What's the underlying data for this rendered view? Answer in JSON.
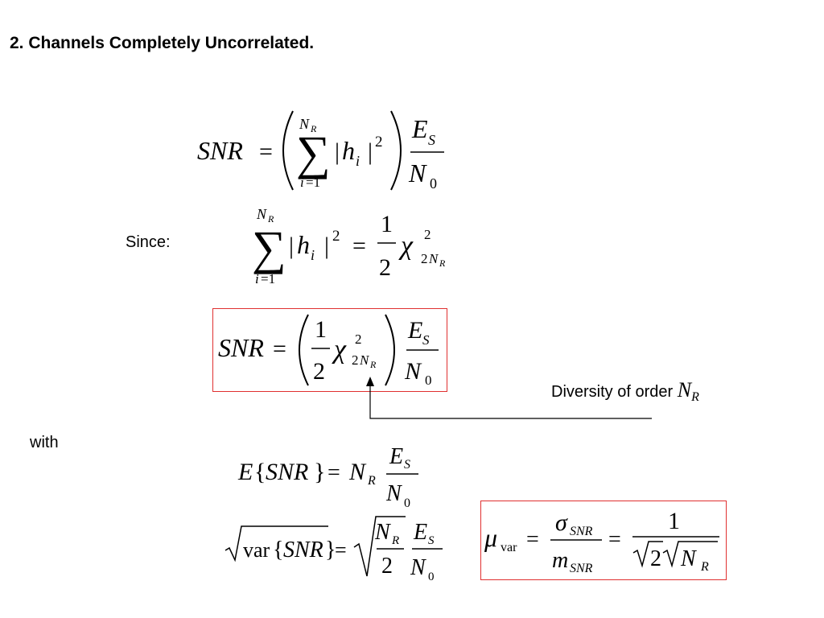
{
  "slide": {
    "title": "2. Channels Completely Uncorrelated.",
    "since_label": "Since:",
    "with_label": "with",
    "diversity_label": "Diversity of order",
    "diversity_symbol": "N",
    "diversity_subscript": "R"
  },
  "colors": {
    "highlight_box": "#e03030",
    "text": "#000000",
    "background": "#ffffff"
  },
  "equations": {
    "snr_sum": "SNR = ( Σ_{i=1}^{N_R} |h_i|^2 ) E_S / N_0",
    "since": "Σ_{i=1}^{N_R} |h_i|^2 = (1/2) χ^2_{2N_R}",
    "snr_chi": "SNR = ( (1/2) χ^2_{2N_R} ) E_S / N_0",
    "mean": "E{SNR} = N_R E_S / N_0",
    "var": "√var{SNR} = √(N_R / 2) E_S / N_0",
    "mu_var": "μ_var = σ_SNR / m_SNR = 1 / (√2 √N_R)"
  }
}
